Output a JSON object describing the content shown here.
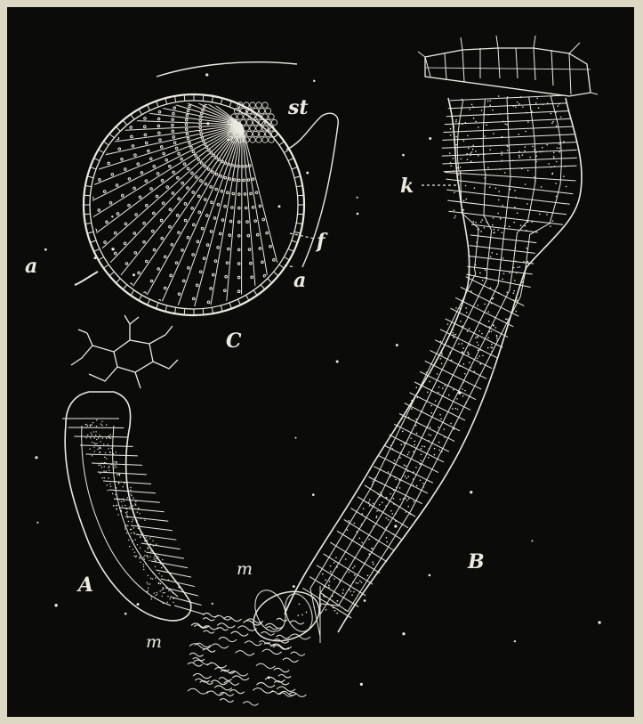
{
  "figure": {
    "labels": {
      "A": "A",
      "B": "B",
      "C": "C",
      "st": "st",
      "k": "k",
      "f": "f",
      "a_left": "a",
      "a_right": "a",
      "m_A": "m",
      "m_B": "m"
    }
  },
  "colors": {
    "background": "#0b0b0a",
    "border": "#dcd8c4",
    "line": "#eceae0"
  }
}
